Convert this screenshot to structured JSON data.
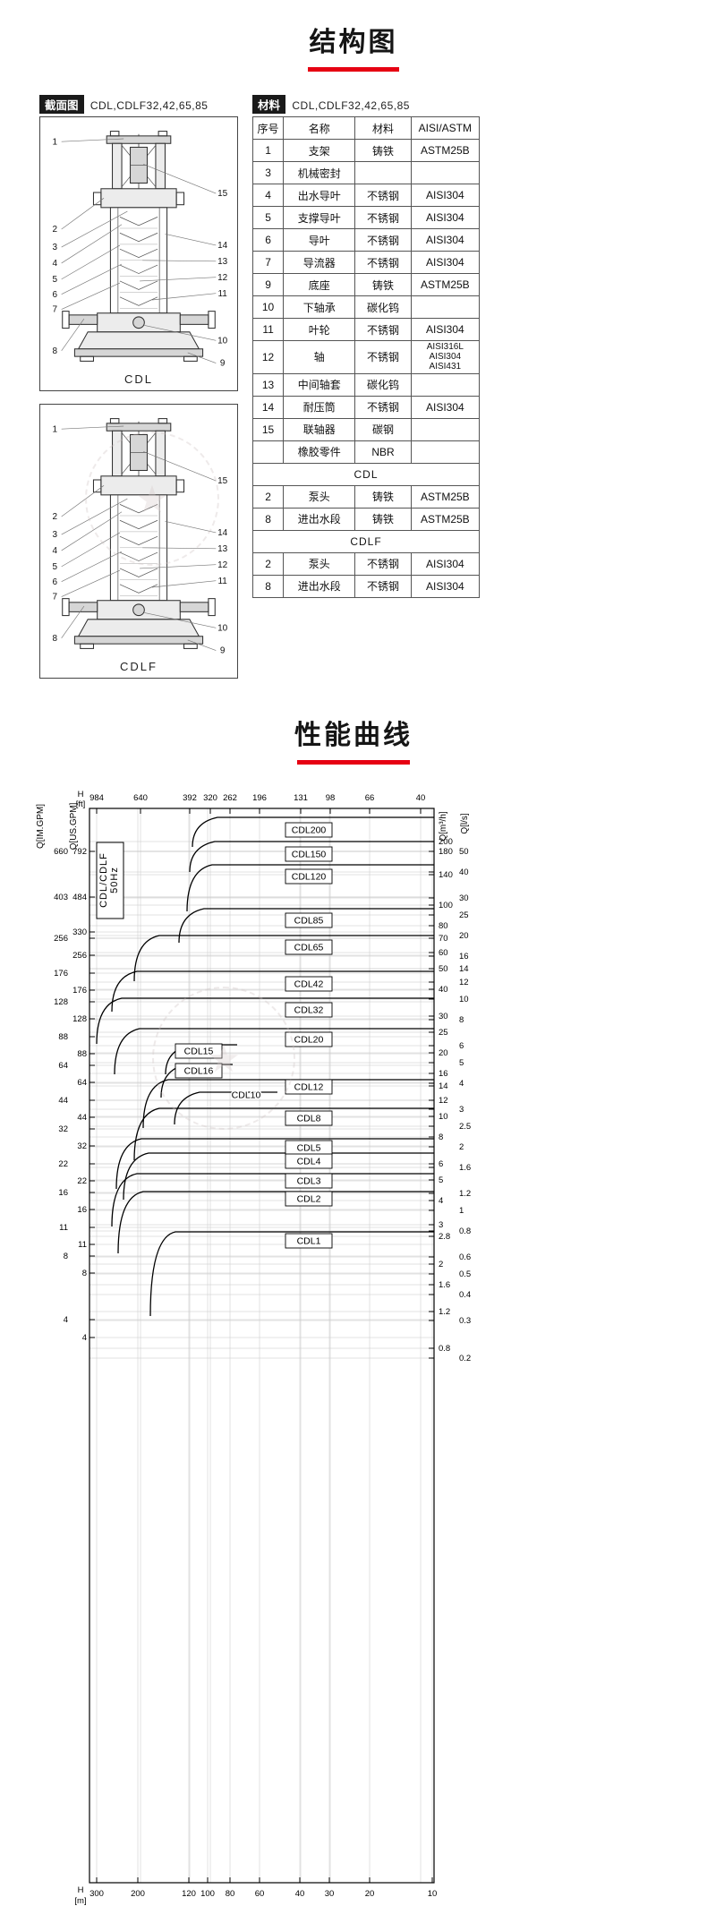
{
  "titles": {
    "structure": "结构图",
    "performance": "性能曲线"
  },
  "section": {
    "label": "截面图",
    "models": "CDL,CDLF32,42,65,85",
    "captions": {
      "cdl": "CDL",
      "cdlf": "CDLF"
    },
    "callouts": {
      "left": [
        "1",
        "2",
        "3",
        "4",
        "5",
        "6",
        "7",
        "8"
      ],
      "right": [
        "15",
        "14",
        "13",
        "12",
        "11",
        "10",
        "9"
      ]
    }
  },
  "materials": {
    "label": "材料",
    "models": "CDL,CDLF32,42,65,85",
    "headers": [
      "序号",
      "名称",
      "材料",
      "AISI/ASTM"
    ],
    "rows": [
      [
        "1",
        "支架",
        "铸铁",
        "ASTM25B"
      ],
      [
        "3",
        "机械密封",
        "",
        ""
      ],
      [
        "4",
        "出水导叶",
        "不锈钢",
        "AISI304"
      ],
      [
        "5",
        "支撑导叶",
        "不锈钢",
        "AISI304"
      ],
      [
        "6",
        "导叶",
        "不锈钢",
        "AISI304"
      ],
      [
        "7",
        "导流器",
        "不锈钢",
        "AISI304"
      ],
      [
        "9",
        "底座",
        "铸铁",
        "ASTM25B"
      ],
      [
        "10",
        "下轴承",
        "碳化钨",
        ""
      ],
      [
        "11",
        "叶轮",
        "不锈钢",
        "AISI304"
      ],
      [
        "12",
        "轴",
        "不锈钢",
        "AISI316L\nAISI304\nAISI431"
      ],
      [
        "13",
        "中间轴套",
        "碳化钨",
        ""
      ],
      [
        "14",
        "耐压筒",
        "不锈钢",
        "AISI304"
      ],
      [
        "15",
        "联轴器",
        "碳钢",
        ""
      ],
      [
        "",
        "橡胶零件",
        "NBR",
        ""
      ]
    ],
    "sections": [
      {
        "title": "CDL",
        "rows": [
          [
            "2",
            "泵头",
            "铸铁",
            "ASTM25B"
          ],
          [
            "8",
            "进出水段",
            "铸铁",
            "ASTM25B"
          ]
        ]
      },
      {
        "title": "CDLF",
        "rows": [
          [
            "2",
            "泵头",
            "不锈钢",
            "AISI304"
          ],
          [
            "8",
            "进出水段",
            "不锈钢",
            "AISI304"
          ]
        ]
      }
    ]
  },
  "chart_data": {
    "type": "area",
    "description": "CDL/CDLF 50Hz pump family selection chart: head H on horizontal log axis (decreasing rightward), flow Q on vertical log axis (increasing upward); each pump model occupies an operating band.",
    "legend": {
      "line1": "CDL/CDLF",
      "line2": "50Hz"
    },
    "axes": {
      "top": {
        "quantity": "H",
        "unit": "[ft]",
        "ticks": [
          [
            "984",
            68
          ],
          [
            "640",
            117
          ],
          [
            "392",
            172
          ],
          [
            "320",
            195
          ],
          [
            "262",
            217
          ],
          [
            "196",
            250
          ],
          [
            "131",
            296
          ],
          [
            "98",
            329
          ],
          [
            "66",
            373
          ],
          [
            "40",
            430
          ]
        ]
      },
      "bottom": {
        "quantity": "H",
        "unit": "[m]",
        "ticks": [
          [
            "300",
            68
          ],
          [
            "200",
            114
          ],
          [
            "120",
            171
          ],
          [
            "100",
            192
          ],
          [
            "80",
            217
          ],
          [
            "60",
            250
          ],
          [
            "40",
            295
          ],
          [
            "30",
            328
          ],
          [
            "20",
            373
          ],
          [
            "10",
            443
          ]
        ]
      },
      "left_outer": {
        "label": "Q[IM.GPM]",
        "ticks": [
          [
            "660",
            73
          ],
          [
            "403",
            124
          ],
          [
            "256",
            170
          ],
          [
            "176",
            209
          ],
          [
            "128",
            241
          ],
          [
            "88",
            280
          ],
          [
            "64",
            312
          ],
          [
            "44",
            351
          ],
          [
            "32",
            383
          ],
          [
            "22",
            422
          ],
          [
            "16",
            454
          ],
          [
            "11",
            493
          ],
          [
            "8",
            525
          ],
          [
            "4",
            596
          ]
        ]
      },
      "left_inner": {
        "label": "Q[US.GPM]",
        "ticks": [
          [
            "792",
            73
          ],
          [
            "484",
            124
          ],
          [
            "330",
            163
          ],
          [
            "256",
            189
          ],
          [
            "176",
            228
          ],
          [
            "128",
            260
          ],
          [
            "88",
            299
          ],
          [
            "64",
            331
          ],
          [
            "44",
            370
          ],
          [
            "32",
            402
          ],
          [
            "22",
            441
          ],
          [
            "16",
            473
          ],
          [
            "11",
            512
          ],
          [
            "8",
            544
          ],
          [
            "4",
            616
          ]
        ]
      },
      "right_inner": {
        "label": "Q[m³/h]",
        "ticks": [
          [
            "200",
            62
          ],
          [
            "180",
            73
          ],
          [
            "140",
            99
          ],
          [
            "100",
            133
          ],
          [
            "80",
            156
          ],
          [
            "70",
            170
          ],
          [
            "60",
            186
          ],
          [
            "50",
            204
          ],
          [
            "40",
            227
          ],
          [
            "30",
            257
          ],
          [
            "25",
            275
          ],
          [
            "20",
            298
          ],
          [
            "16",
            321
          ],
          [
            "14",
            335
          ],
          [
            "12",
            351
          ],
          [
            "10",
            369
          ],
          [
            "8",
            392
          ],
          [
            "6",
            422
          ],
          [
            "5",
            440
          ],
          [
            "4",
            463
          ],
          [
            "3",
            490
          ],
          [
            "2.8",
            503
          ],
          [
            "2",
            534
          ],
          [
            "1.6",
            557
          ],
          [
            "1.2",
            587
          ],
          [
            "0.8",
            628
          ]
        ]
      },
      "right_outer": {
        "label": "Q[l/s]",
        "ticks": [
          [
            "50",
            73
          ],
          [
            "40",
            96
          ],
          [
            "30",
            125
          ],
          [
            "25",
            144
          ],
          [
            "20",
            167
          ],
          [
            "16",
            190
          ],
          [
            "14",
            204
          ],
          [
            "12",
            219
          ],
          [
            "10",
            238
          ],
          [
            "8",
            261
          ],
          [
            "6",
            290
          ],
          [
            "5",
            309
          ],
          [
            "4",
            332
          ],
          [
            "3",
            361
          ],
          [
            "2.5",
            380
          ],
          [
            "2",
            403
          ],
          [
            "1.6",
            426
          ],
          [
            "1.2",
            455
          ],
          [
            "1",
            474
          ],
          [
            "0.8",
            497
          ],
          [
            "0.6",
            526
          ],
          [
            "0.5",
            545
          ],
          [
            "0.4",
            568
          ],
          [
            "0.3",
            597
          ],
          [
            "0.2",
            639
          ]
        ]
      }
    },
    "series": [
      {
        "name": "CDL200",
        "q_max_m3h": 270,
        "h_max_m": 110,
        "xs": 175,
        "yb": 68,
        "yt": 35,
        "xe": 445,
        "lx": 305,
        "ly": 49,
        "boxed": true
      },
      {
        "name": "CDL150",
        "q_max_m3h": 205,
        "h_max_m": 115,
        "xs": 172,
        "yb": 96,
        "yt": 62,
        "xe": 445,
        "lx": 305,
        "ly": 76,
        "boxed": true
      },
      {
        "name": "CDL120",
        "q_max_m3h": 160,
        "h_max_m": 120,
        "xs": 169,
        "yb": 140,
        "yt": 88,
        "xe": 445,
        "lx": 305,
        "ly": 101,
        "boxed": true
      },
      {
        "name": "CDL85",
        "q_max_m3h": 100,
        "h_max_m": 130,
        "xs": 160,
        "yb": 175,
        "yt": 137,
        "xe": 445,
        "lx": 305,
        "ly": 150,
        "boxed": true
      },
      {
        "name": "CDL65",
        "q_max_m3h": 73,
        "h_max_m": 200,
        "xs": 110,
        "yb": 218,
        "yt": 167,
        "xe": 445,
        "lx": 305,
        "ly": 180,
        "boxed": true
      },
      {
        "name": "CDL42",
        "q_max_m3h": 50,
        "h_max_m": 250,
        "xs": 85,
        "yb": 252,
        "yt": 207,
        "xe": 445,
        "lx": 305,
        "ly": 221,
        "boxed": true
      },
      {
        "name": "CDL32",
        "q_max_m3h": 37,
        "h_max_m": 300,
        "xs": 68,
        "yb": 288,
        "yt": 237,
        "xe": 445,
        "lx": 305,
        "ly": 250,
        "boxed": true
      },
      {
        "name": "CDL20",
        "q_max_m3h": 26,
        "h_max_m": 250,
        "xs": 88,
        "yb": 322,
        "yt": 271,
        "xe": 445,
        "lx": 305,
        "ly": 283,
        "boxed": true
      },
      {
        "name": "CDL15",
        "q_max_m3h": 22,
        "h_max_m": 155,
        "xs": 145,
        "yb": 322,
        "yt": 289,
        "xe": 225,
        "lx": 182,
        "ly": 296,
        "boxed": true
      },
      {
        "name": "CDL16",
        "q_max_m3h": 18,
        "h_max_m": 160,
        "xs": 140,
        "yb": 348,
        "yt": 311,
        "xe": 220,
        "lx": 182,
        "ly": 318,
        "boxed": true
      },
      {
        "name": "CDL12",
        "q_max_m3h": 15,
        "h_max_m": 190,
        "xs": 120,
        "yb": 382,
        "yt": 328,
        "xe": 445,
        "lx": 305,
        "ly": 336,
        "boxed": true
      },
      {
        "name": "CDL10",
        "q_max_m3h": 13.5,
        "h_max_m": 120,
        "xs": 155,
        "yb": 378,
        "yt": 342,
        "xe": 270,
        "lx": 235,
        "ly": 345,
        "boxed": false
      },
      {
        "name": "CDL8",
        "q_max_m3h": 11,
        "h_max_m": 200,
        "xs": 110,
        "yb": 418,
        "yt": 360,
        "xe": 445,
        "lx": 305,
        "ly": 371,
        "boxed": true
      },
      {
        "name": "CDL5",
        "q_max_m3h": 8,
        "h_max_m": 240,
        "xs": 90,
        "yb": 450,
        "yt": 394,
        "xe": 445,
        "lx": 305,
        "ly": 404,
        "boxed": true
      },
      {
        "name": "CDL4",
        "q_max_m3h": 6.8,
        "h_max_m": 225,
        "xs": 98,
        "yb": 462,
        "yt": 410,
        "xe": 445,
        "lx": 305,
        "ly": 419,
        "boxed": true
      },
      {
        "name": "CDL3",
        "q_max_m3h": 5.4,
        "h_max_m": 255,
        "xs": 85,
        "yb": 492,
        "yt": 433,
        "xe": 445,
        "lx": 305,
        "ly": 441,
        "boxed": true
      },
      {
        "name": "CDL2",
        "q_max_m3h": 4.4,
        "h_max_m": 240,
        "xs": 92,
        "yb": 522,
        "yt": 453,
        "xe": 445,
        "lx": 305,
        "ly": 461,
        "boxed": true
      },
      {
        "name": "CDL1",
        "q_max_m3h": 2.9,
        "h_max_m": 175,
        "xs": 128,
        "yb": 592,
        "yt": 498,
        "xe": 445,
        "lx": 305,
        "ly": 508,
        "boxed": true
      }
    ]
  }
}
